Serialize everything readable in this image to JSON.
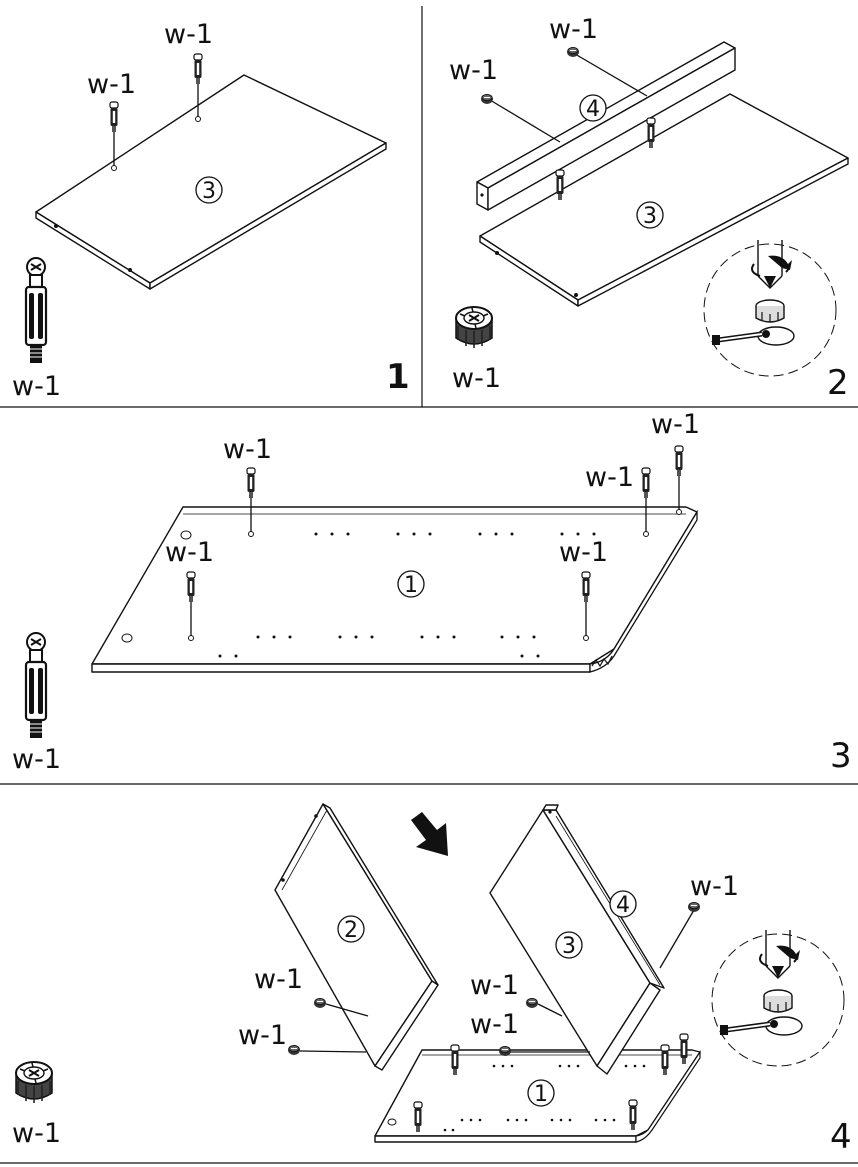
{
  "hardware": {
    "code": "w-1"
  },
  "parts": {
    "bottom_panel": "1",
    "side_panel": "2",
    "top_panel": "3",
    "rail": "4"
  },
  "steps": [
    {
      "number": "1"
    },
    {
      "number": "2"
    },
    {
      "number": "3"
    },
    {
      "number": "4"
    }
  ],
  "icons": {
    "cam_bolt": "cam-bolt-icon",
    "cam_lock": "cam-lock-nut-icon",
    "screwdriver_detail": "screwdriver-tighten-detail",
    "direction_arrow": "direction-arrow-icon"
  },
  "colors": {
    "ink": "#111111",
    "background": "#ffffff"
  }
}
